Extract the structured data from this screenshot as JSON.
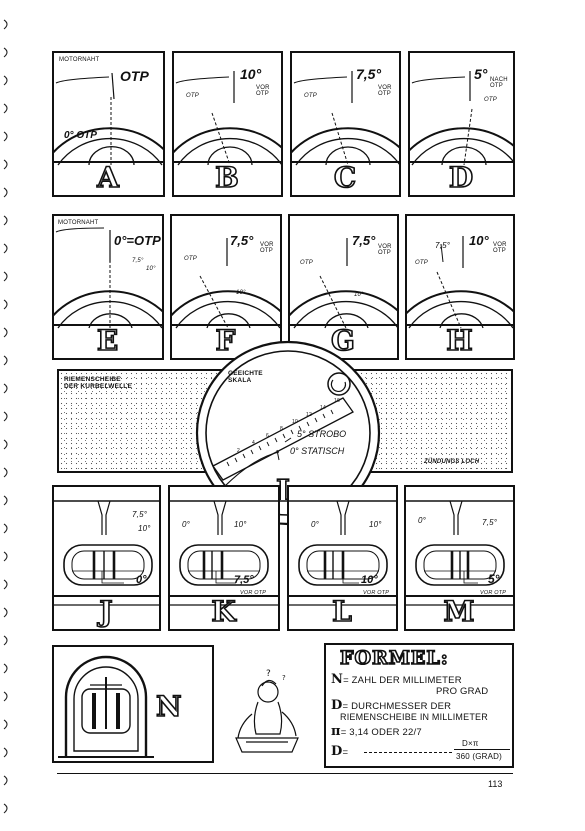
{
  "page_number": "113",
  "panels": [
    {
      "letter": "A",
      "labels": [
        "MOTORNAHT",
        "OTP",
        "0° OTP"
      ]
    },
    {
      "letter": "B",
      "labels": [
        "10°",
        "VOR OTP",
        "OTP"
      ]
    },
    {
      "letter": "C",
      "labels": [
        "7,5°",
        "VOR OTP",
        "OTP"
      ]
    },
    {
      "letter": "D",
      "labels": [
        "5°",
        "NACH OTP",
        "OTP"
      ]
    },
    {
      "letter": "E",
      "labels": [
        "MOTORNAHT",
        "0°=OTP",
        "7,5°",
        "10°"
      ]
    },
    {
      "letter": "F",
      "labels": [
        "7,5°",
        "VOR OTP",
        "OTP",
        "10°"
      ]
    },
    {
      "letter": "G",
      "labels": [
        "7,5°",
        "VOR OTP",
        "OTP",
        "10°"
      ]
    },
    {
      "letter": "H",
      "labels": [
        "7,5°",
        "10°",
        "VOR OTP",
        "OTP"
      ]
    }
  ],
  "strip": {
    "left_label": "RIEMENSCHEIBE DER KURBELWELLE",
    "right_label": "ZÜNDUNGS LOCH",
    "scale_label": "GEEICHTE SKALA",
    "strobo": "5° STROBO",
    "static": "0° STATISCH",
    "scale_ticks": [
      "2",
      "4",
      "6",
      "8",
      "10",
      "12",
      "14",
      "16"
    ],
    "letter": "I"
  },
  "bottom_panels": [
    {
      "letter": "J",
      "labels": [
        "7,5°",
        "10°",
        "0°"
      ]
    },
    {
      "letter": "K",
      "labels": [
        "0°",
        "10°",
        "7,5°",
        "VOR OTP"
      ]
    },
    {
      "letter": "L",
      "labels": [
        "0°",
        "10°",
        "10°",
        "VOR OTP"
      ]
    },
    {
      "letter": "M",
      "labels": [
        "0°",
        "7,5°",
        "5°",
        "VOR OTP"
      ]
    }
  ],
  "n_letter": "N",
  "formula": {
    "title": "FORMEL:",
    "line1_key": "N",
    "line1": "= ZAHL DER MILLIMETER",
    "line1b": "PRO GRAD",
    "line2_key": "D",
    "line2": "= DURCHMESSER DER",
    "line2b": "RIEMENSCHEIBE IN MILLIMETER",
    "line3_key": "π",
    "line3": "= 3,14 ODER 22/7",
    "line4_key": "D",
    "line4": "=",
    "numerator": "D×π",
    "denominator": "360 (GRAD)"
  }
}
